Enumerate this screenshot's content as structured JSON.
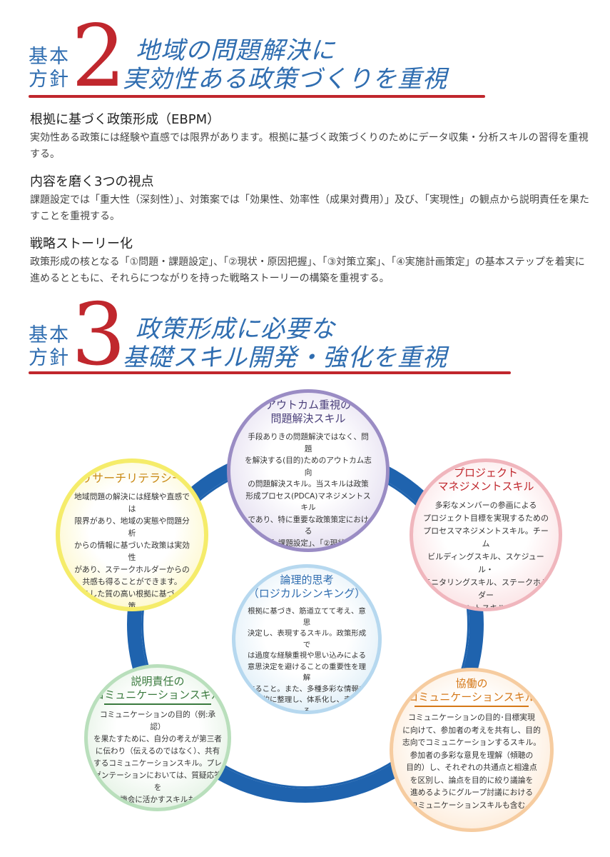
{
  "section2": {
    "label_line1": "基本",
    "label_line2": "方針",
    "number": "2",
    "title_line1": "地域の問題解決に",
    "title_line2": "実効性ある政策づくりを重視",
    "items": [
      {
        "heading": "根拠に基づく政策形成（EBPM）",
        "text": "実効性ある政策には経験や直感では限界があります。根拠に基づく政策づくりのためにデータ収集・分析スキルの習得を重視する。"
      },
      {
        "heading": "内容を磨く3つの視点",
        "text": "課題設定では「重大性（深刻性）」、対策案では「効果性、効率性（成果対費用）」及び、「実現性」の観点から説明責任を果たすことを重視する。"
      },
      {
        "heading": "戦略ストーリー化",
        "text": "政策形成の核となる「①問題・課題設定」、「②現状・原因把握」、「③対策立案」、「④実施計画策定」の基本ステップを着実に進めるとともに、それらにつながりを持った戦略ストーリーの構築を重視する。"
      }
    ]
  },
  "section3": {
    "label_line1": "基本",
    "label_line2": "方針",
    "number": "3",
    "title_line1": "政策形成に必要な",
    "title_line2": "基礎スキル開発・強化を重視"
  },
  "skills": {
    "outcome": {
      "title": "アウトカム重視の\n問題解決スキル",
      "body": "手段ありきの問題解決ではなく、問題\nを解決する(目的)ためのアウトカム志向\nの問題解決スキル。当スキルは政策\n形成プロセス(PDCA)マネジメントスキル\nであり、特に重要な政策策定における\n「①問題･課題設定」、「②現状･原因把握」、\nその上で「③対策立案」、「④実施計画策定」\nというステップの重要性の理解と\n実践スキルを含む。"
    },
    "literacy": {
      "title": "リサーチリテラシー",
      "body": "地域問題の解決には経験や直感では\n限界があり、地域の実態や問題分析\nからの情報に基づいた政策は実効性\nがあり、ステークホルダーからの\n共感も得ることができます。\nこうした質の高い根拠に基づく政策\n形成を支えるデータ収集・分析を\n行うスキルが含まれます。"
    },
    "project": {
      "title": "プロジェクト\nマネジメントスキル",
      "body": "多彩なメンバーの参画による\nプロジェクト目標を実現するための\nプロセスマネジメントスキル。チーム\nビルディングスキル、スケジュール・\nモニタリングスキル、ステークホルダー\nマネジメントスキルも含む。"
    },
    "logical": {
      "title": "論理的思考\n（ロジカルシンキング）",
      "body": "根拠に基づき、筋道立てて考え、意思\n決定し、表現するスキル。政策形成で\nは過度な経験重視や思い込みによる\n意思決定を避けることの重要性を理解\nすること。また、多種多彩な情報を\n論理的に整理し、体系化し、表現する\nために論理的思考の考え方を用いて\n論理的構造化(例:ロジックツリー\nなど)による可視化)の手法\n活用スキルも含む。"
    },
    "account": {
      "title": "説明責任の\nコミュニケーションスキル",
      "body": "コミュニケーションの目的（例:承認）\nを果たすために、自分の考えが第三者\nに伝わり（伝えるのではなく）、共有\nするコミュニケーションスキル。プレ\nゼンテーションにおいては、質疑応答を\n伝わる機会に活かすスキルも含む。"
    },
    "collab": {
      "title": "協働の\nコミュニケーションスキル",
      "body": "コミュニケーションの目的･目標実現\nに向けて、参加者の考えを共有し、目的\n志向でコミュニケーションするスキル。\n参加者の多彩な意見を理解（傾聴の\n目的）し、それぞれの共通点と相違点\nを区別し、論点を目的に絞り議論を\n進めるようにグループ討議における\nコミュニケーションスキルも含む。"
    }
  },
  "colors": {
    "accent_blue": "#2f6db0",
    "accent_red": "#c0272d",
    "ring_blue": "#1f63ae"
  }
}
